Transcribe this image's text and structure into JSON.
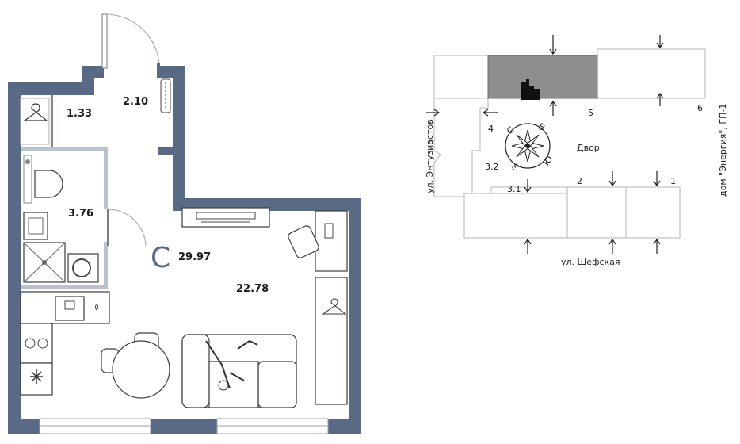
{
  "floorplan": {
    "total_area": "29.97",
    "rooms": [
      {
        "key": "hall",
        "area": "2.10"
      },
      {
        "key": "wardrobe",
        "area": "1.33"
      },
      {
        "key": "bathroom",
        "area": "3.76"
      },
      {
        "key": "living",
        "area": "22.78"
      }
    ],
    "total_marker": "C"
  },
  "siteplan": {
    "yard": "Двор",
    "street_bottom": "ул. Шефская",
    "street_left": "ул. Энтузиастов",
    "street_right": "дом \"Энергия\", ГП-1",
    "sections": [
      "1",
      "2",
      "3.1",
      "3.2",
      "4",
      "5",
      "6"
    ],
    "compass": {
      "n": "С",
      "e": "В",
      "s": "Ю",
      "w": "З"
    },
    "colors": {
      "highlight": "#8e8e8e",
      "wall": "#586a85"
    }
  }
}
